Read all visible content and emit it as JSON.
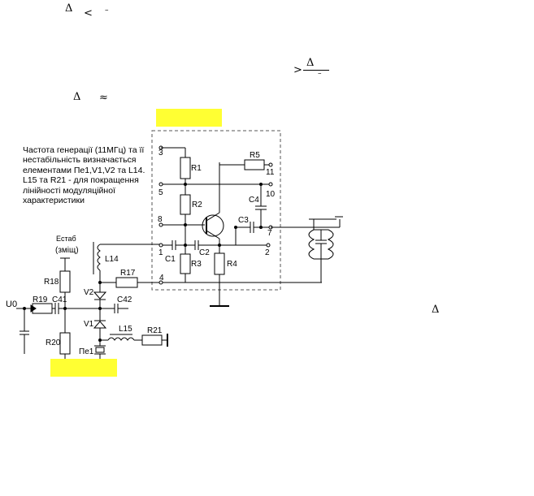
{
  "formula_fragments": {
    "delta1": "Δ",
    "less_than": "<",
    "minus1": "–",
    "greater_than": ">",
    "delta2": "Δ",
    "minus2": "–",
    "delta3": "Δ",
    "approx": "≈",
    "delta4": "Δ"
  },
  "note_lines": [
    "Частота генерації (11МГц) та її",
    "нестабільність визначається",
    "елементами Пе1,V1,V2 та L14.",
    "L15 та R21 - для покращення",
    "лінійності модуляційної",
    "характеристики"
  ],
  "supply_label": {
    "line1": "Eстаб",
    "line2": "(зміщ)"
  },
  "components": {
    "R1": "R1",
    "R2": "R2",
    "R3": "R3",
    "R4": "R4",
    "R5": "R5",
    "R17": "R17",
    "R18": "R18",
    "R19": "R19",
    "R20": "R20",
    "R21": "R21",
    "C1": "C1",
    "C2": "C2",
    "C3": "C3",
    "C4": "C4",
    "C41": "C41",
    "C42": "C42",
    "L14": "L14",
    "L15": "L15",
    "V1": "V1",
    "V2": "V2",
    "Pe1": "Пе1",
    "U0": "U0"
  },
  "pins": {
    "p1": "1",
    "p2": "2",
    "p3": "3",
    "p4": "4",
    "p5": "5",
    "p7": "7",
    "p8": "8",
    "p10": "10",
    "p11": "11"
  },
  "colors": {
    "highlight": "#ffff33",
    "module_border": "#555555"
  }
}
